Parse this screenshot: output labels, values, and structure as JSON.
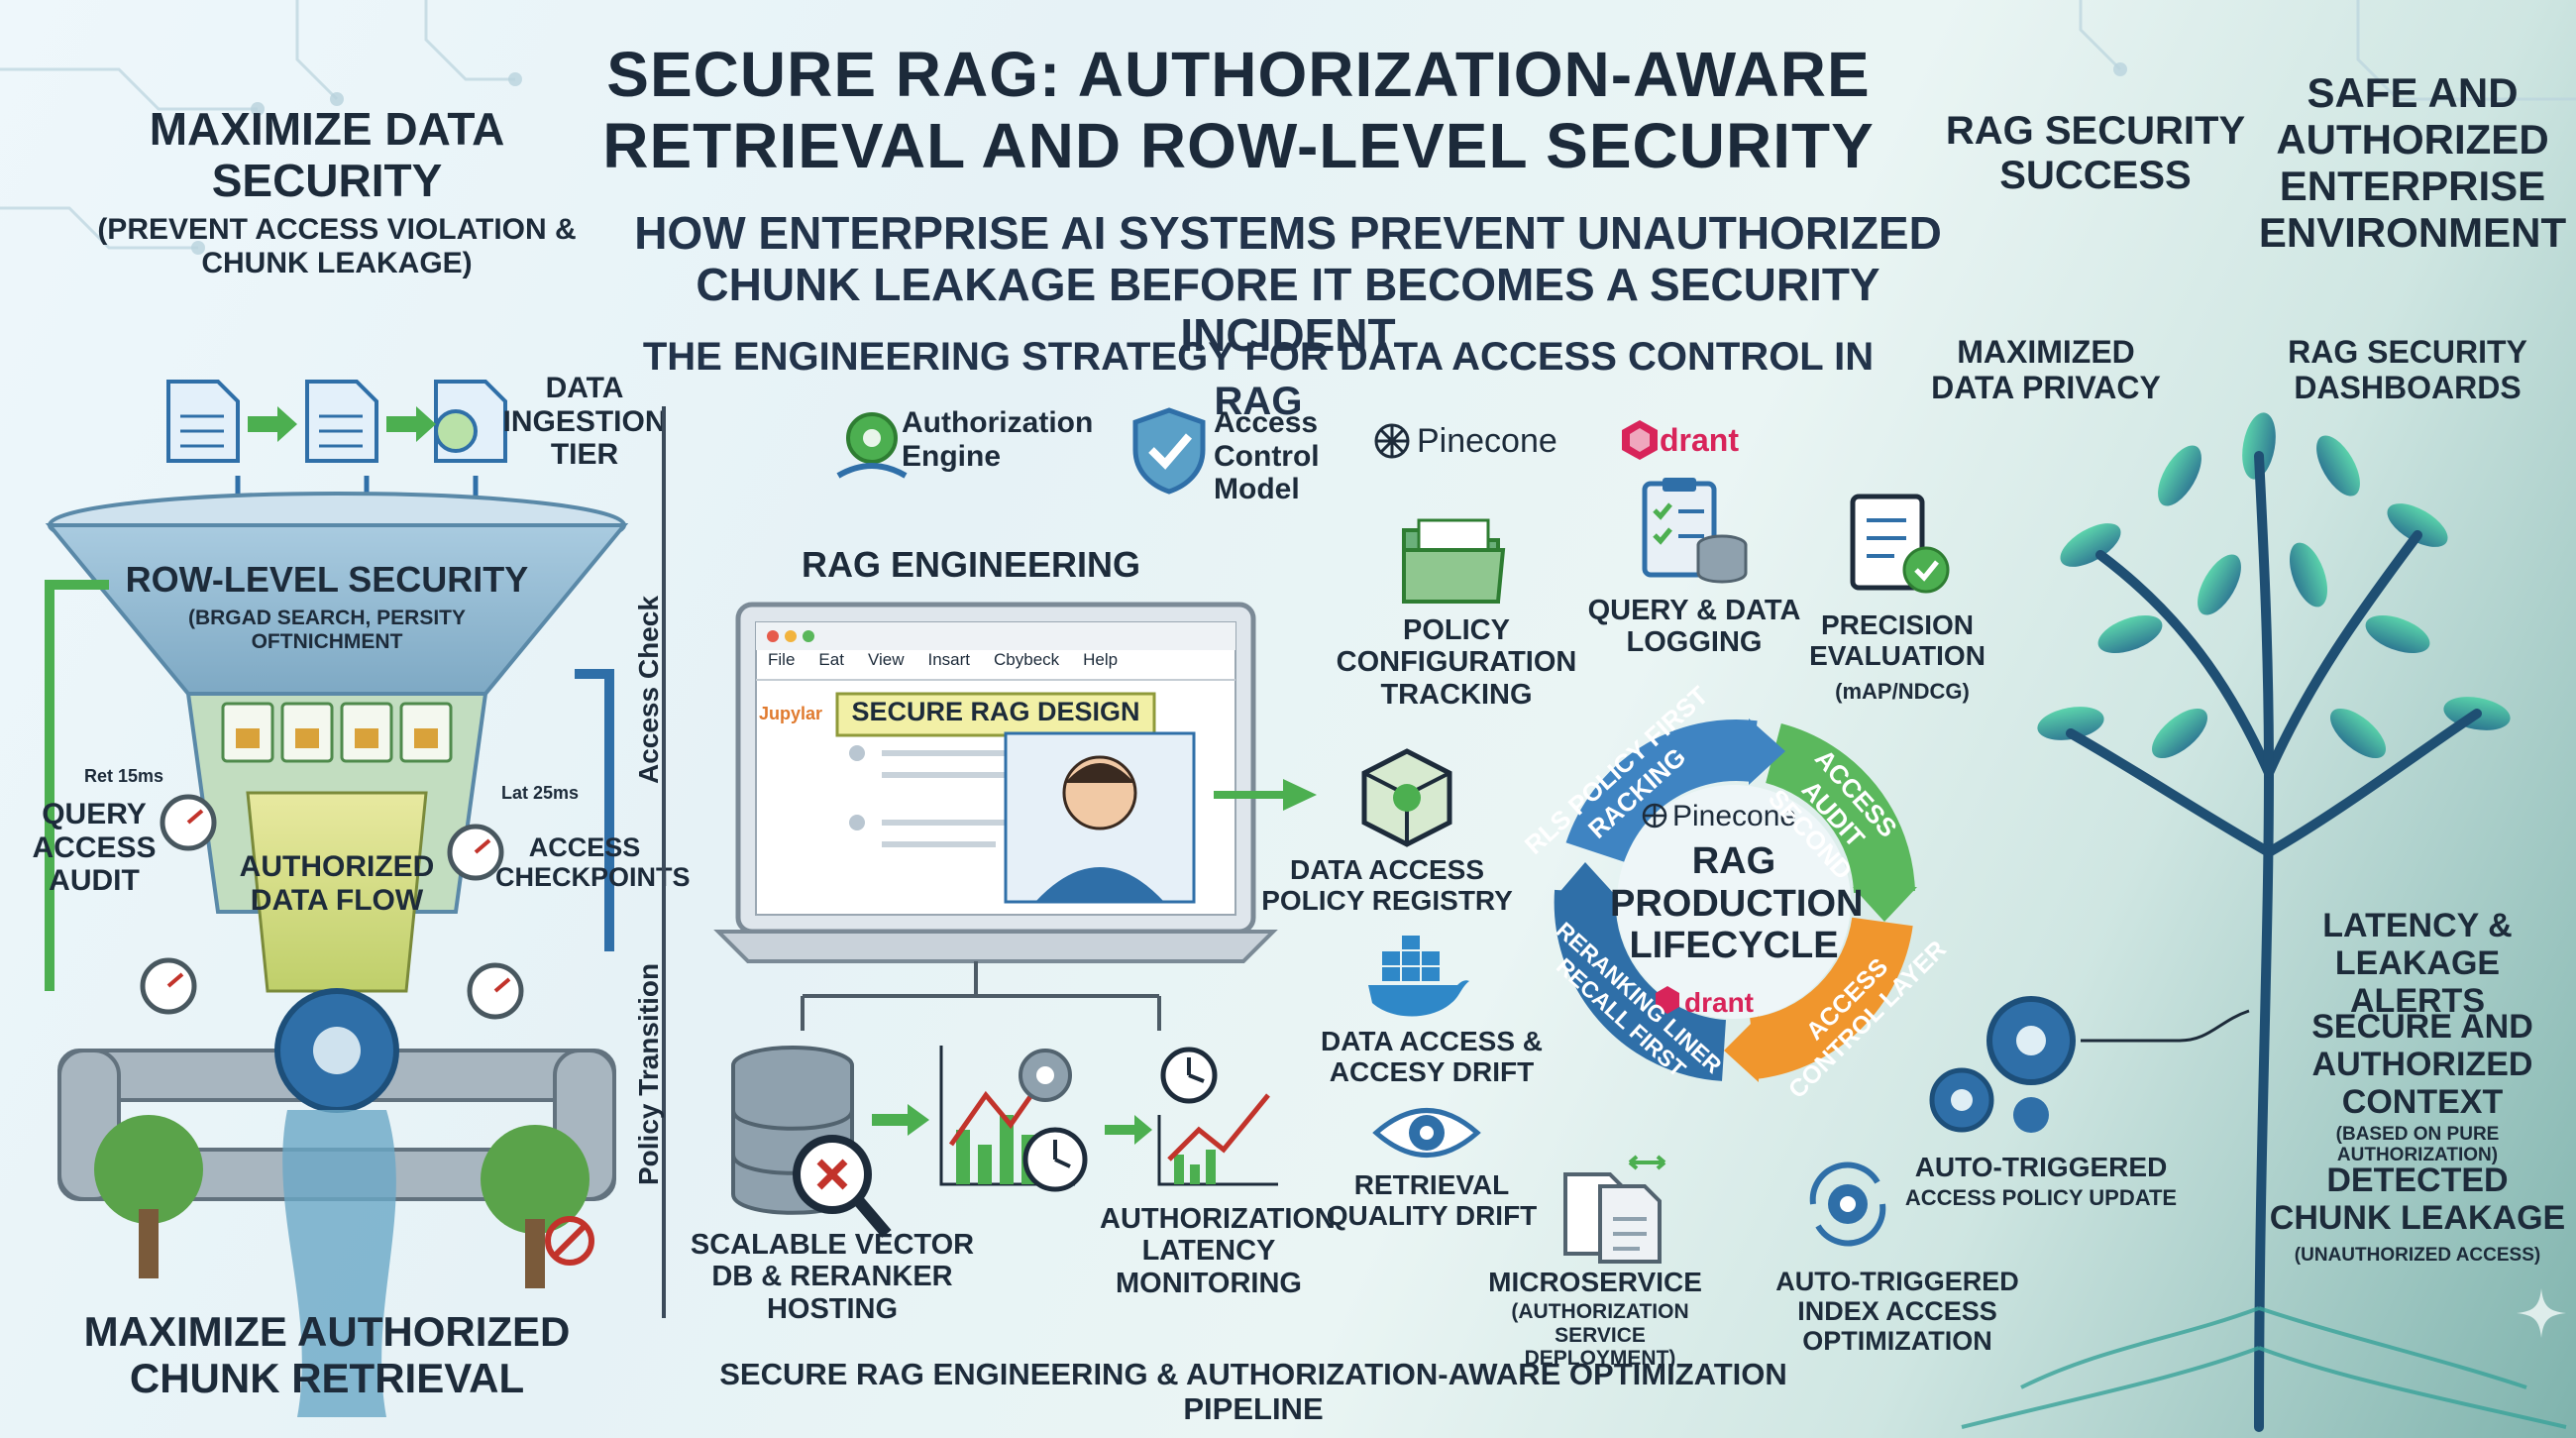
{
  "title": "SECURE RAG: AUTHORIZATION-AWARE RETRIEVAL AND ROW-LEVEL SECURITY",
  "subtitle": "HOW ENTERPRISE AI SYSTEMS PREVENT UNAUTHORIZED CHUNK LEAKAGE BEFORE IT BECOMES A SECURITY INCIDENT",
  "strategy": "THE ENGINEERING STRATEGY FOR DATA ACCESS CONTROL IN RAG",
  "left": {
    "headline": "MAXIMIZE DATA SECURITY",
    "headline_sub": "(PREVENT ACCESS VIOLATION & CHUNK LEAKAGE)",
    "ingestion": "DATA INGESTION TIER",
    "funnel_title": "ROW-LEVEL SECURITY",
    "funnel_sub": "(BRGAD SEARCH, PERSITY OFTNICHMENT",
    "authorized_flow": "AUTHORIZED DATA FLOW",
    "query_audit": "QUERY ACCESS AUDIT",
    "ret": "Ret 15ms",
    "lat": "Lat 25ms",
    "checkpoints": "ACCESS CHECKPOINTS",
    "footer": "MAXIMIZE AUTHORIZED CHUNK RETRIEVAL"
  },
  "divider": {
    "access_check": "Access Check",
    "policy_transition": "Policy Transition"
  },
  "center": {
    "auth_engine": "Authorization Engine",
    "access_model": "Access Control Model",
    "pinecone": "Pinecone",
    "qdrant": "drant",
    "rag_engineering": "RAG ENGINEERING",
    "menu": [
      "File",
      "Eat",
      "View",
      "Insart",
      "Cbybeck",
      "Help"
    ],
    "notebook_logo": "Jupylar",
    "design_banner": "SECURE RAG DESIGN",
    "vector_db": "SCALABLE VECTOR DB & RERANKER HOSTING",
    "latency_monitoring": "AUTHORIZATION LATENCY MONITORING",
    "policy_config": "POLICY CONFIGURATION TRACKING",
    "query_logging": "QUERY & DATA LOGGING",
    "precision_eval": "PRECISION EVALUATION",
    "precision_sub": "(mAP/NDCG)",
    "policy_registry": "DATA ACCESS POLICY REGISTRY",
    "access_drift": "DATA ACCESS & ACCESY DRIFT",
    "retrieval_drift": "RETRIEVAL QUALITY DRIFT",
    "microservice": "MICROSERVICE",
    "microservice_sub": "(AUTHORIZATION SERVICE DEPLOYMENT)",
    "index_opt": "AUTO-TRIGGERED INDEX ACCESS OPTIMIZATION",
    "pipeline": "SECURE RAG ENGINEERING & AUTHORIZATION-AWARE OPTIMIZATION PIPELINE"
  },
  "cycle": {
    "center": "RAG PRODUCTION LIFECYCLE",
    "pinecone": "Pinecone",
    "qdrant": "drant",
    "arc1": "RLS POLICY FIRST RACKING",
    "arc2": "ACCESS AUDIT SECOND",
    "arc3": "ACCESS CONTROL LAYER",
    "arc4": "RERANKING LINER RECALL FIRST"
  },
  "right": {
    "success": "RAG SECURITY SUCCESS",
    "safe_env": "SAFE AND AUTHORIZED ENTERPRISE ENVIRONMENT",
    "privacy": "MAXIMIZED DATA PRIVACY",
    "dashboards": "RAG SECURITY DASHBOARDS",
    "alerts": "LATENCY & LEAKAGE ALERTS",
    "secure_context": "SECURE AND AUTHORIZED CONTEXT",
    "secure_context_sub": "(BASED ON PURE AUTHORIZATION)",
    "detected": "DETECTED CHUNK LEAKAGE",
    "detected_sub": "(UNAUTHORIZED ACCESS)",
    "policy_update": "AUTO-TRIGGERED",
    "policy_update_sub": "ACCESS POLICY UPDATE"
  },
  "colors": {
    "green": "#4caf50",
    "blue": "#2f6fa8",
    "orange": "#f0962d",
    "teal": "#3aa39a",
    "navy": "#1d2b3a"
  }
}
